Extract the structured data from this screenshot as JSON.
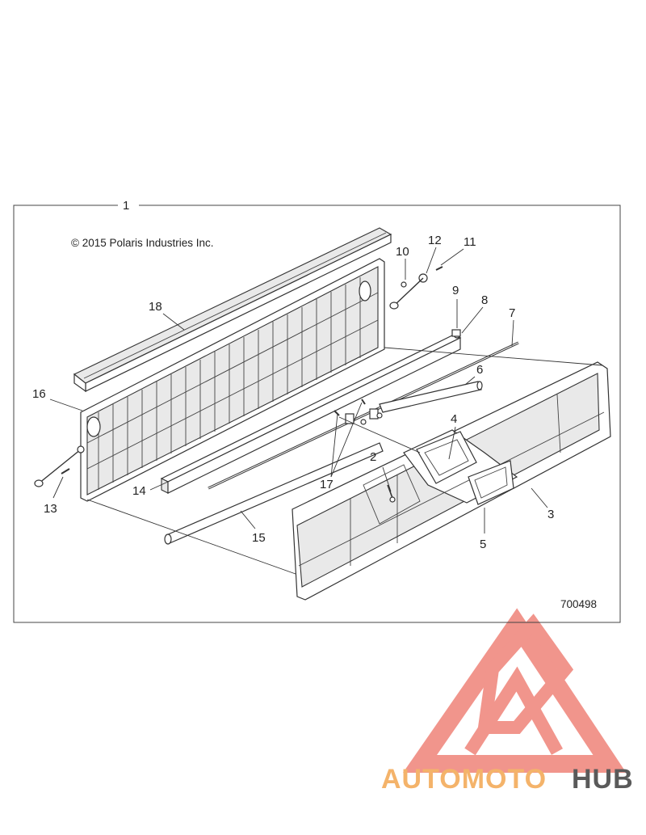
{
  "diagram": {
    "copyright": "© 2015 Polaris Industries Inc.",
    "reference_number": "700498",
    "callouts": [
      "1",
      "2",
      "3",
      "4",
      "5",
      "6",
      "7",
      "8",
      "9",
      "10",
      "11",
      "12",
      "13",
      "14",
      "15",
      "16",
      "17",
      "18"
    ]
  },
  "watermark": {
    "part1": "AUTOMOTO",
    "part2": "HUB",
    "colors": {
      "accent": "#f08a80",
      "light": "#f4b36a",
      "dark": "#5a5a5a"
    }
  }
}
